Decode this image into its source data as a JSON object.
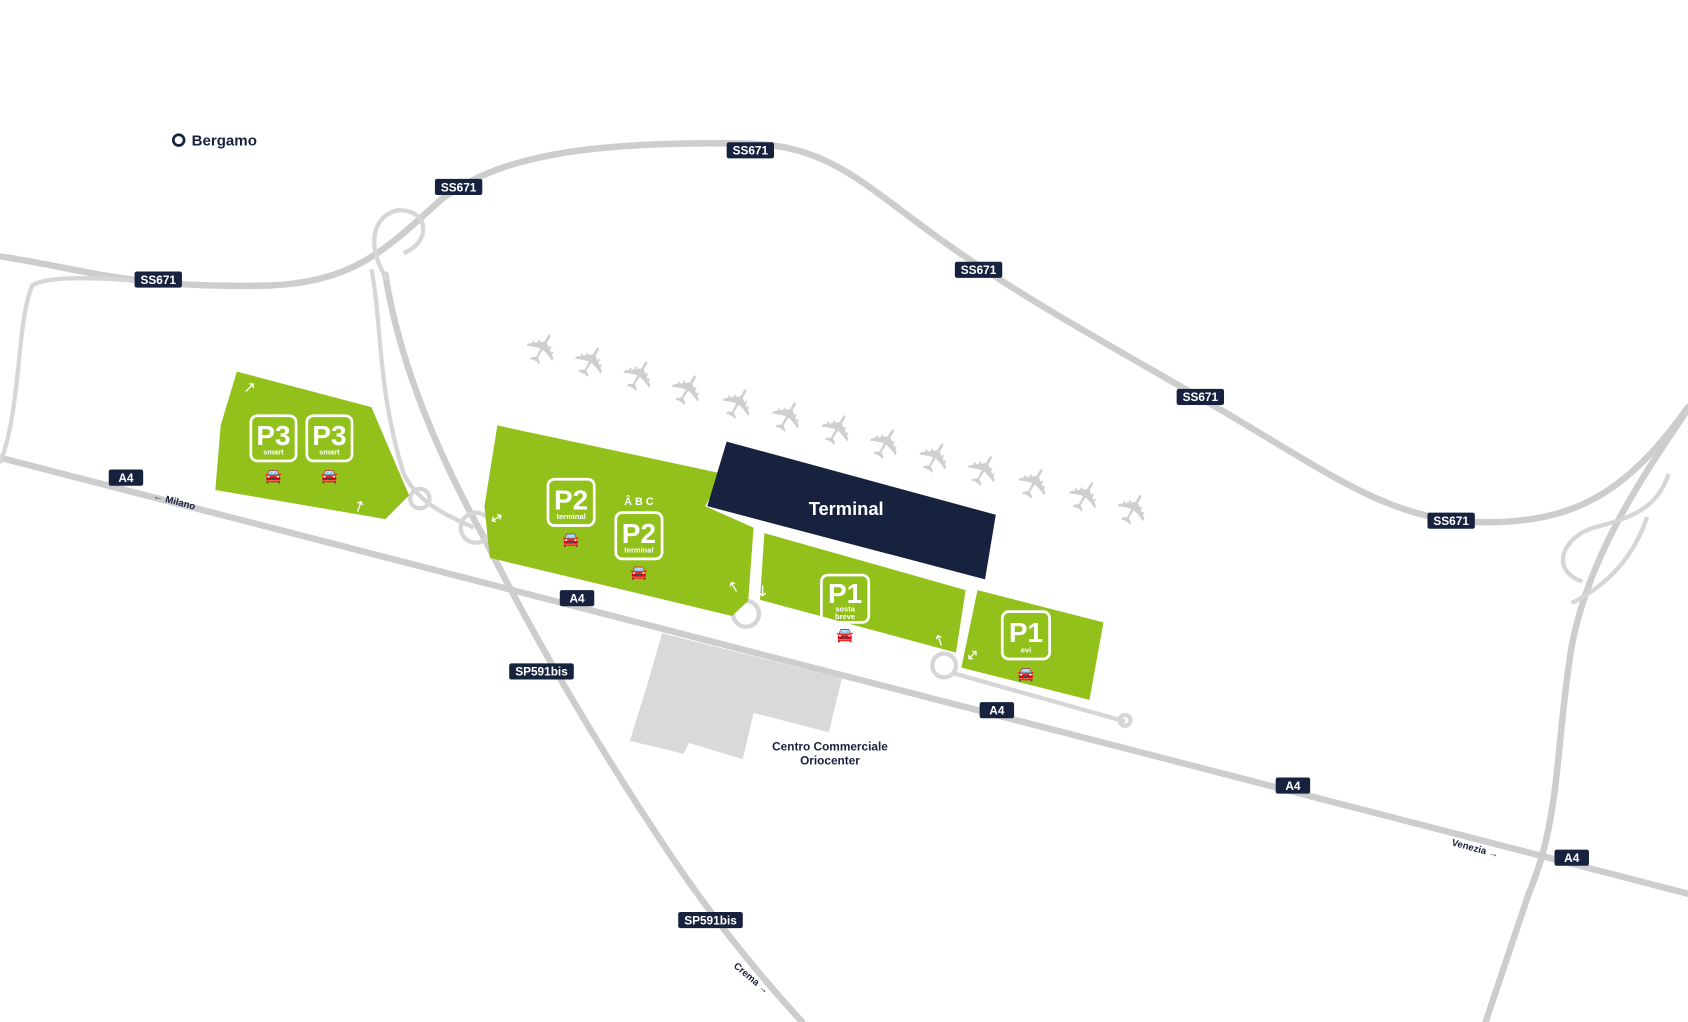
{
  "city": "Bergamo",
  "terminal": "Terminal",
  "mall": {
    "line1": "Centro Commerciale",
    "line2": "Oriocenter"
  },
  "roads": {
    "ss671": "SS671",
    "a4": "A4",
    "sp591bis": "SP591bis"
  },
  "directions": {
    "milano": "← Milano",
    "venezia": "Venezia →",
    "crema": "Crema →"
  },
  "parkings": [
    {
      "name": "P3",
      "sub": "smart"
    },
    {
      "name": "P3",
      "sub": "smart"
    },
    {
      "name": "P2",
      "sub": "terminal"
    },
    {
      "name": "P2",
      "sub": "terminal",
      "sections": "Â B C"
    },
    {
      "name": "P1",
      "sub1": "sosta",
      "sub2": "breve"
    },
    {
      "name": "P1",
      "sub": "evi"
    }
  ],
  "icons": {
    "car": "🚘",
    "plane": "✈"
  },
  "colors": {
    "parking": "#93c11c",
    "navy": "#17223f",
    "road": "#cdcdcd"
  }
}
